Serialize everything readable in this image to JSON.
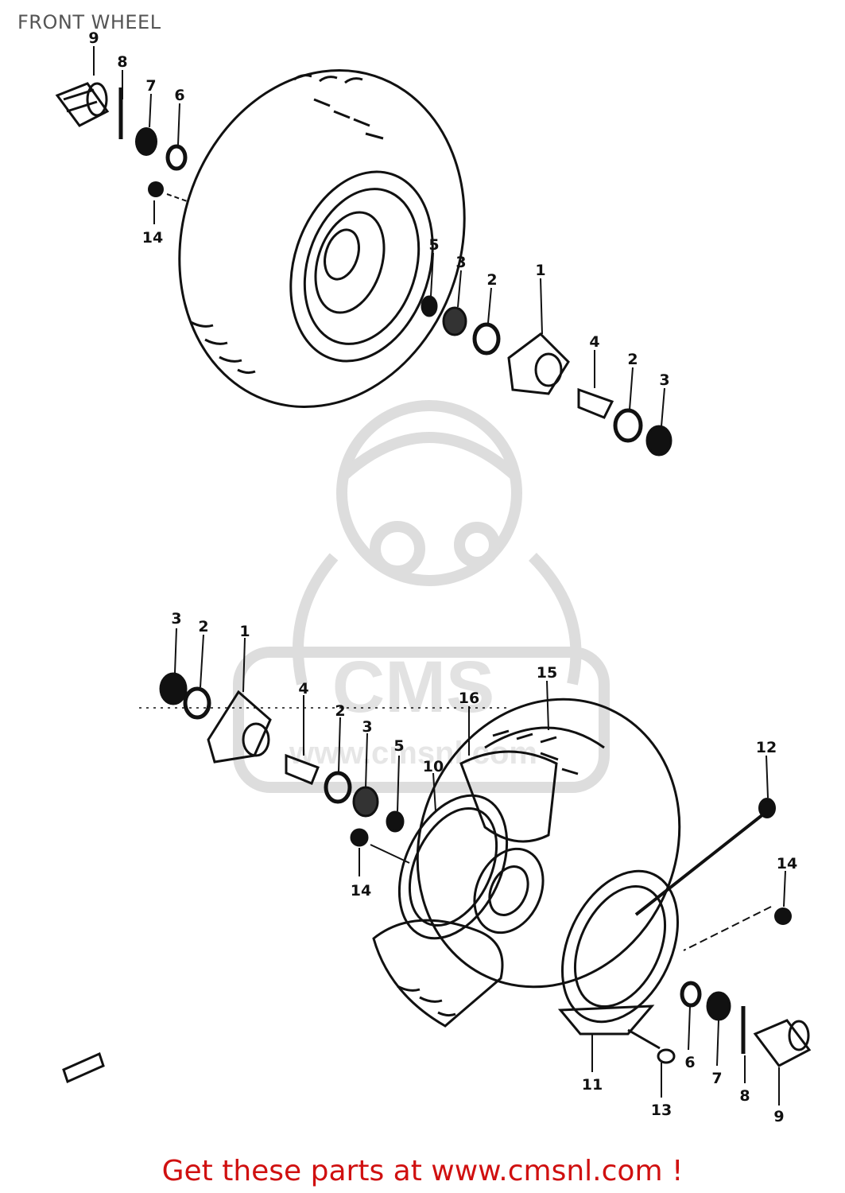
{
  "title": "FRONT WHEEL",
  "watermark": {
    "logo_text": "CMS",
    "url_text": "www.cmsnl.com"
  },
  "footer": {
    "text": "Get these parts at www.cmsnl.com !",
    "color": "#d01010"
  },
  "callouts": {
    "top": [
      "9",
      "8",
      "7",
      "6",
      "14",
      "5",
      "3",
      "2",
      "1",
      "4",
      "2",
      "3"
    ],
    "bottom": [
      "3",
      "2",
      "1",
      "4",
      "2",
      "3",
      "5",
      "14",
      "16",
      "15",
      "10",
      "12",
      "14",
      "11",
      "13",
      "6",
      "7",
      "8",
      "9"
    ]
  },
  "colors": {
    "line": "#111111",
    "watermark": "#dddddd"
  }
}
